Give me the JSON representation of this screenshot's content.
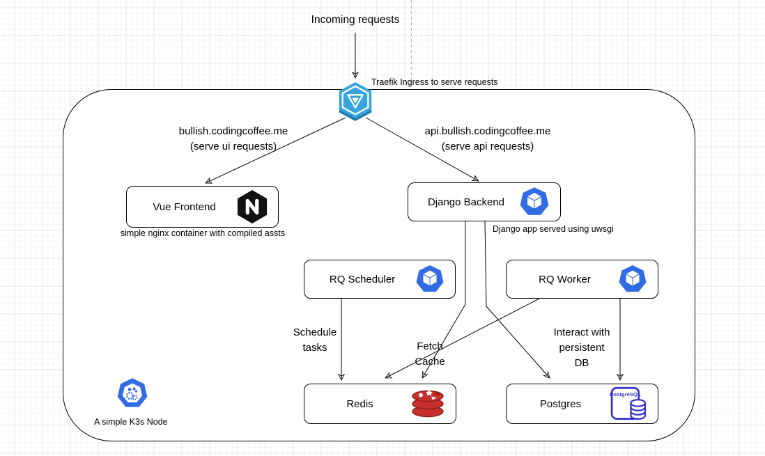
{
  "colors": {
    "kubernetes_blue": "#326CE5",
    "traefik_blue": "#37A5DD",
    "traefik_shadow": "#1B79AF",
    "nginx_black": "#121212",
    "redis_red": "#C6302B",
    "redis_dark": "#8E1F14",
    "postgres_blue": "#3333CC",
    "stroke_black": "#000000",
    "grid_minor": "#F6F6F8",
    "grid_major": "#E4E4E8",
    "divider_gray": "#B0B0B0"
  },
  "diagram": {
    "incoming_label": "Incoming requests",
    "traefik_caption": "Traefik Ingress to serve requests",
    "routes": {
      "ui": {
        "host": "bullish.codingcoffee.me",
        "note": "(serve ui requests)"
      },
      "api": {
        "host": "api.bullish.codingcoffee.me",
        "note": "(serve api requests)"
      }
    },
    "nodes": {
      "vue_frontend": {
        "label": "Vue Frontend",
        "caption": "simple nginx container with compiled assts"
      },
      "django_backend": {
        "label": "Django Backend",
        "caption": "Django app served using uwsgi"
      },
      "rq_scheduler": {
        "label": "RQ Scheduler"
      },
      "rq_worker": {
        "label": "RQ Worker"
      },
      "redis": {
        "label": "Redis"
      },
      "postgres": {
        "label": "Postgres",
        "icon_text": "PostgreSQL"
      }
    },
    "edge_labels": {
      "schedule_tasks": {
        "line1": "Schedule",
        "line2": "tasks"
      },
      "fetch_cache": {
        "line1": "Fetch",
        "line2": "Cache"
      },
      "interact_db": {
        "line1": "Interact with",
        "line2": "persistent",
        "line3": "DB"
      }
    },
    "node_caption": "A simple K3s Node"
  }
}
